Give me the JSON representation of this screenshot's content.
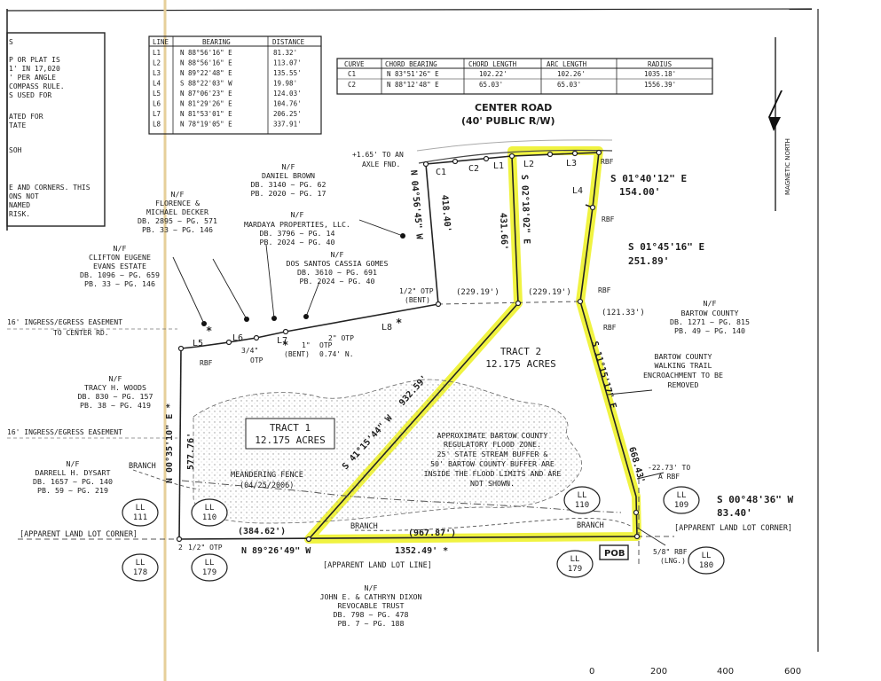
{
  "notes_fragment": [
    "S",
    "P OR PLAT IS",
    "1' IN 17,020",
    "' PER ANGLE",
    "COMPASS RULE.",
    "S USED FOR",
    "ATED FOR",
    "TATE",
    "SOH",
    "E AND CORNERS. THIS",
    "ONS NOT",
    "NAMED",
    "RISK."
  ],
  "line_table": {
    "headers": [
      "LINE",
      "BEARING",
      "DISTANCE"
    ],
    "rows": [
      [
        "L1",
        "N 88°56'16\" E",
        "81.32'"
      ],
      [
        "L2",
        "N 88°56'16\" E",
        "113.07'"
      ],
      [
        "L3",
        "N 89°22'48\" E",
        "135.55'"
      ],
      [
        "L4",
        "S 88°22'03\" W",
        "19.98'"
      ],
      [
        "L5",
        "N 87°06'23\" E",
        "124.03'"
      ],
      [
        "L6",
        "N 81°29'26\" E",
        "104.76'"
      ],
      [
        "L7",
        "N 81°53'01\" E",
        "206.25'"
      ],
      [
        "L8",
        "N 78°19'05\" E",
        "337.91'"
      ]
    ]
  },
  "curve_table": {
    "headers": [
      "CURVE",
      "CHORD BEARING",
      "CHORD LENGTH",
      "ARC LENGTH",
      "RADIUS"
    ],
    "rows": [
      [
        "C1",
        "N 83°51'26\" E",
        "102.22'",
        "102.26'",
        "1035.18'"
      ],
      [
        "C2",
        "N 88°12'48\" E",
        "65.03'",
        "65.03'",
        "1556.39'"
      ]
    ]
  },
  "north_arrow": {
    "label": "MAGNETIC NORTH"
  },
  "road": {
    "name": "CENTER ROAD",
    "row": "(40' PUBLIC R/W)"
  },
  "line_labels": {
    "c1": "C1",
    "c2": "C2",
    "l1": "L1",
    "l2": "L2",
    "l3": "L3",
    "l4": "L4",
    "l5": "L5",
    "l6": "L6",
    "l7": "L7",
    "l8": "L8"
  },
  "callouts": {
    "axle": "+1.65' TO AN",
    "axle2": "AXLE FND.",
    "rbf_top": "RBF",
    "rbf_l4": "RBF",
    "rbf_mid": "RBF",
    "rbf_mid2": "RBF",
    "rbf_l5": "RBF",
    "otp_bent": "1/2\" OTP",
    "otp_bent2": "(BENT)",
    "otp2": "2\" OTP",
    "otp34": "3/4\"",
    "otp34b": "OTP",
    "otp1": "1\"",
    "otp1b": "OTP",
    "otp1c": "(BENT)",
    "otp1d": "0.74' N.",
    "otp_sw": "1/2\" OTP",
    "otp_sw_n": "2",
    "rbf_se_a": "-22.73' TO",
    "rbf_se_b": "A RBF",
    "rbf_58": "5/8\" RBF",
    "rbf_58b": "(LNG.)",
    "pob": "POB"
  },
  "bearings": {
    "b1": "N 04°56'45\" W",
    "d1": "418.40'",
    "b2": "S 02°18'02\" E",
    "d2": "431.66'",
    "b3": "S 01°40'12\" E",
    "d3": "154.00'",
    "b4": "S 01°45'16\" E",
    "d4": "251.89'",
    "b5": "S 11°15'17\" E",
    "d5": "668.43'",
    "b6": "S 00°48'36\" W",
    "d6": "83.40'",
    "b7": "S 41°15'44\" W",
    "d7": "932.59'",
    "b8": "N 00°35'10\" E *",
    "d8": "577.76'",
    "b9": "N 89°26'49\" W",
    "d9": "1352.49' *",
    "p1": "(229.19')",
    "p2": "(229.19')",
    "p3": "(121.33')",
    "p4": "(384.62')",
    "p5": "(967.87')",
    "star1": "*",
    "star2": "*",
    "star3": "*"
  },
  "owners": {
    "brown": [
      "N/F",
      "DANIEL BROWN",
      "DB. 3140 ~ PG. 62",
      "PB. 2020 ~ PG. 17"
    ],
    "decker": [
      "N/F",
      "FLORENCE &",
      "MICHAEL DECKER",
      "DB. 2895 ~ PG. 571",
      "PB. 33 ~ PG. 146"
    ],
    "mardaya": [
      "N/F",
      "MARDAYA PROPERTIES, LLC.",
      "DB. 3796 ~ PG. 14",
      "PB. 2024 ~ PG. 40"
    ],
    "evans": [
      "N/F",
      "CLIFTON EUGENE",
      "EVANS ESTATE",
      "DB. 1096 ~ PG. 659",
      "PB. 33 ~ PG. 146"
    ],
    "gomes": [
      "N/F",
      "DOS SANTOS CASSIA GOMES",
      "DB. 3610 ~ PG. 691",
      "PB. 2024 ~ PG. 40"
    ],
    "bartow": [
      "N/F",
      "BARTOW COUNTY",
      "DB. 1271 ~ PG. 815",
      "PB. 49 ~ PG. 140"
    ],
    "woods": [
      "N/F",
      "TRACY H. WOODS",
      "DB. 830 ~ PG. 157",
      "PB. 38 ~ PG. 419"
    ],
    "dysart": [
      "N/F",
      "DARRELL H. DYSART",
      "DB. 1657 ~ PG. 140",
      "PB. 59 ~ PG. 219"
    ],
    "dixon": [
      "N/F",
      "JOHN E. & CATHRYN DIXON",
      "REVOCABLE TRUST",
      "DB. 798 ~ PG. 478",
      "PB. 7 ~ PG. 188"
    ]
  },
  "easements": {
    "e1a": "16' INGRESS/EGRESS EASEMENT",
    "e1b": "TO CENTER RD.",
    "e2": "16' INGRESS/EGRESS EASEMENT"
  },
  "trail": [
    "BARTOW COUNTY",
    "WALKING TRAIL",
    "ENCROACHMENT TO BE",
    "REMOVED"
  ],
  "tracts": {
    "t1": {
      "name": "TRACT 1",
      "area": "12.175 ACRES"
    },
    "t2": {
      "name": "TRACT 2",
      "area": "12.175 ACRES"
    }
  },
  "flood": [
    "APPROXIMATE BARTOW COUNTY",
    "REGULATORY FLOOD ZONE.",
    "25' STATE STREAM BUFFER &",
    "50' BARTOW COUNTY BUFFER ARE",
    "INSIDE THE FLOOD LIMITS AND ARE",
    "NOT SHOWN."
  ],
  "fence": {
    "a": "MEANDERING FENCE",
    "b": "(04/25/2006)"
  },
  "branch": {
    "a": "BRANCH",
    "b": "BRANCH",
    "c": "BRANCH"
  },
  "land_lots": {
    "ll111": [
      "LL",
      "111"
    ],
    "ll110w": [
      "LL",
      "110"
    ],
    "ll178": [
      "LL",
      "178"
    ],
    "ll179w": [
      "LL",
      "179"
    ],
    "ll110e": [
      "LL",
      "110"
    ],
    "ll109": [
      "LL",
      "109"
    ],
    "ll179e": [
      "LL",
      "179"
    ],
    "ll180": [
      "LL",
      "180"
    ]
  },
  "corner_labels": {
    "c1": "[APPARENT LAND LOT CORNER]",
    "c2": "[APPARENT LAND LOT CORNER]",
    "line": "[APPARENT LAND LOT LINE]"
  },
  "scale_labels": [
    "0",
    "200",
    "400",
    "600"
  ],
  "colors": {
    "highlight": "#eef22c",
    "ink": "#1c1c1c",
    "flood_dots": "#9a9a9a"
  }
}
